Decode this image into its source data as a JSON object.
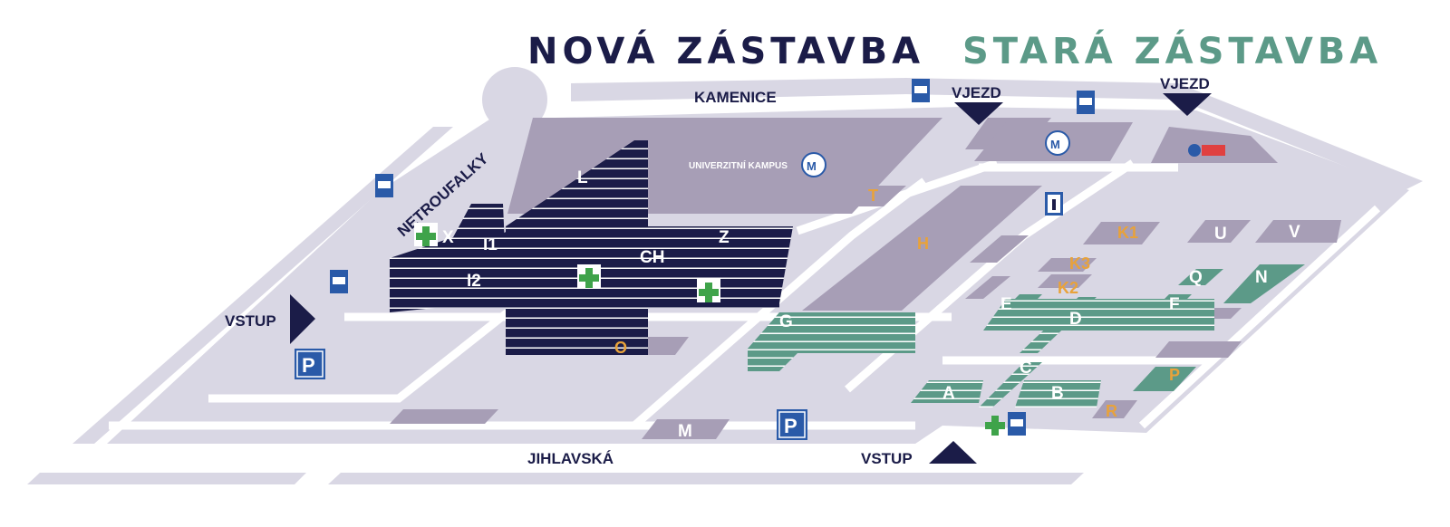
{
  "titles": {
    "new": "NOVÁ ZÁSTAVBA",
    "old": "STARÁ ZÁSTAVBA"
  },
  "colors": {
    "navy": "#1b1c48",
    "green": "#5c9a88",
    "building": "#a79eb6",
    "ground": "#d9d7e4",
    "orange_label": "#e8a23a"
  },
  "streets": {
    "kamenice": "KAMENICE",
    "netroufalky": "NETROUFALKY",
    "jihlavska": "JIHLAVSKÁ"
  },
  "entrances": {
    "vjezd_1": "VJEZD",
    "vjezd_2": "VJEZD",
    "vstup_left": "VSTUP",
    "vstup_bottom": "VSTUP"
  },
  "campus": {
    "label": "UNIVERZITNÍ KAMPUS"
  },
  "parking": {
    "p1": "P",
    "p2": "P"
  },
  "buildings_new": [
    "L",
    "X",
    "I1",
    "I2",
    "CH",
    "Z"
  ],
  "buildings_old_green": [
    "G",
    "A",
    "B",
    "C",
    "D",
    "E",
    "F",
    "Q",
    "N"
  ],
  "buildings_other": [
    "T",
    "H",
    "K1",
    "K2",
    "K3",
    "U",
    "V",
    "O",
    "M",
    "P",
    "R"
  ],
  "icons": [
    "bus-stop-icon",
    "pharmacy-cross-icon",
    "parking-icon",
    "info-icon",
    "university-logo-icon",
    "ambulance-logo-icon",
    "entrance-arrow-icon"
  ]
}
